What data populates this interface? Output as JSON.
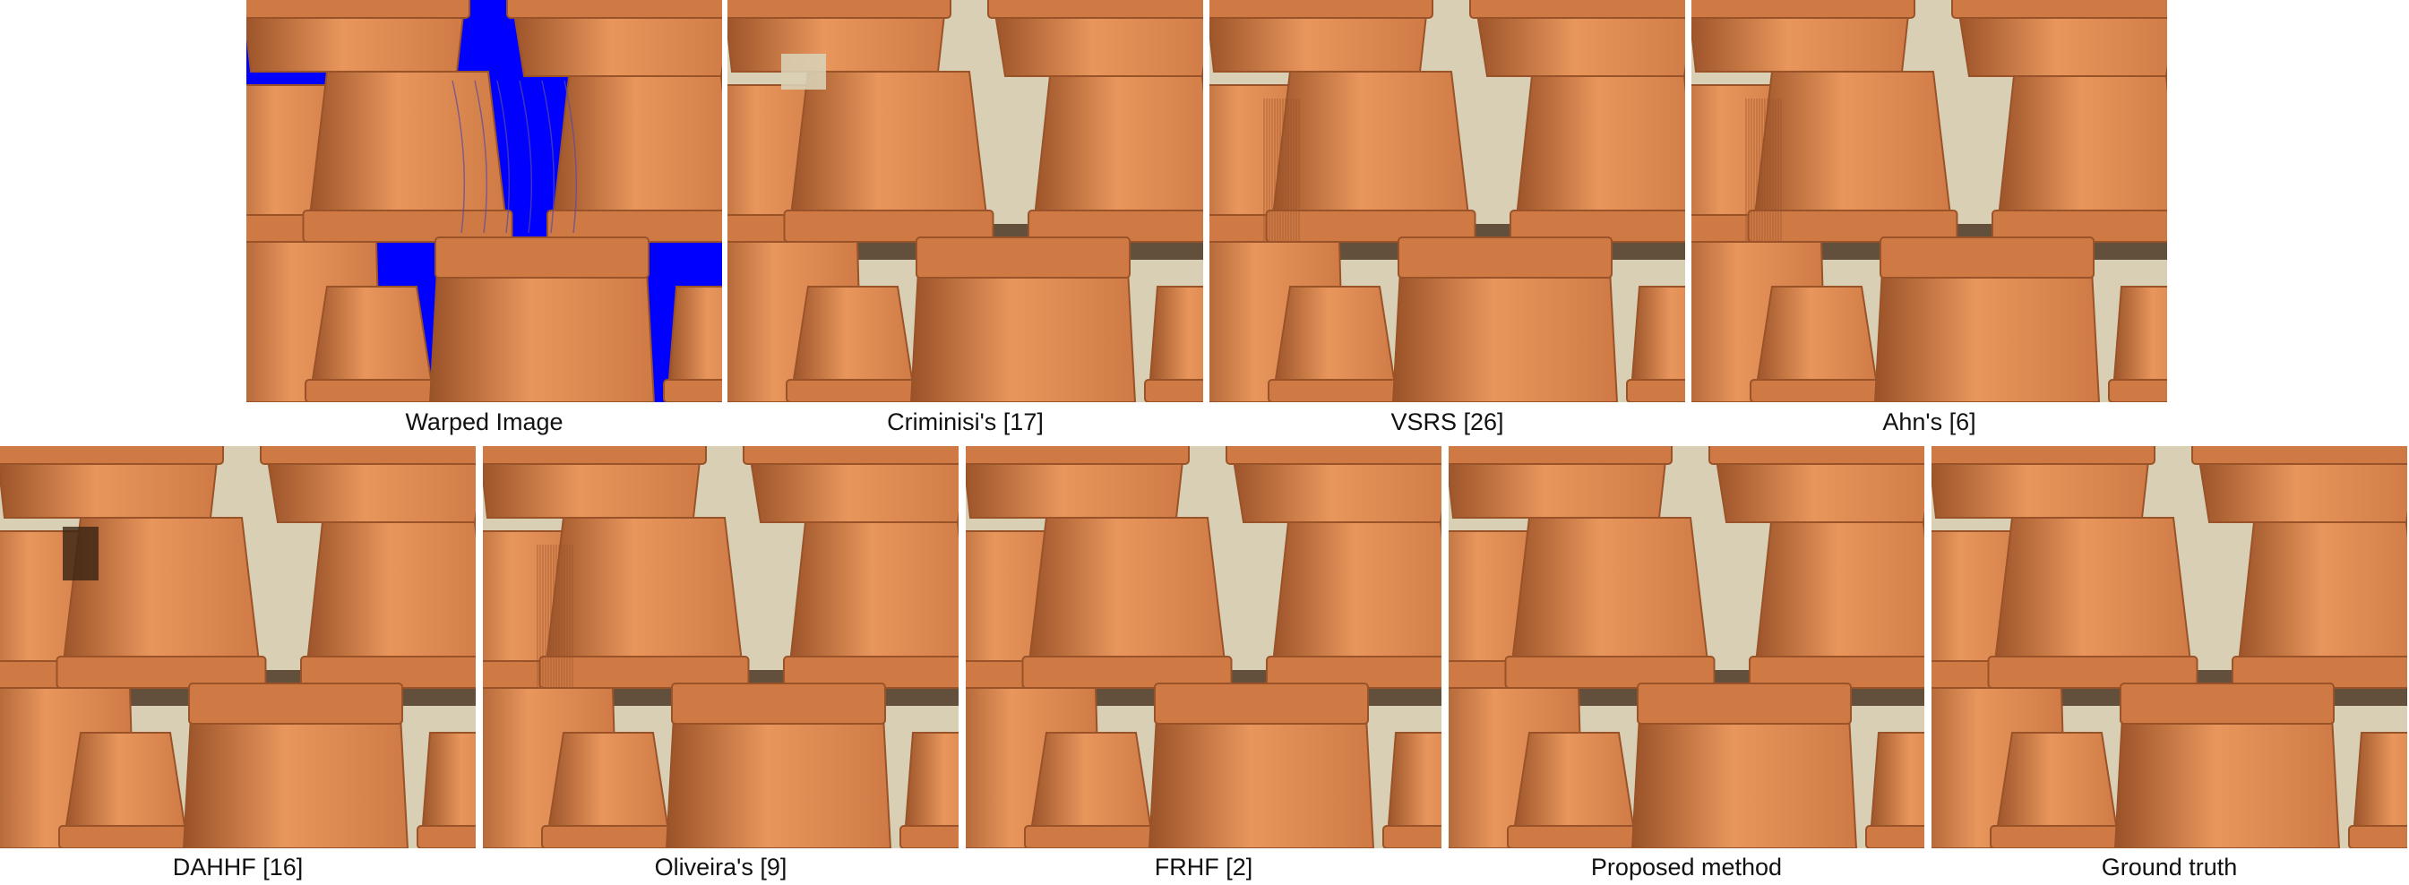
{
  "figure": {
    "top_row": [
      {
        "id": "warped",
        "caption": "Warped Image",
        "variant": "warped"
      },
      {
        "id": "criminisi",
        "caption": "Criminisi's [17]",
        "variant": "criminisi"
      },
      {
        "id": "vsrs",
        "caption": "VSRS [26]",
        "variant": "vsrs"
      },
      {
        "id": "ahn",
        "caption": "Ahn's [6]",
        "variant": "ahn"
      }
    ],
    "bottom_row": [
      {
        "id": "dahhf",
        "caption": "DAHHF [16]",
        "variant": "dahhf"
      },
      {
        "id": "oliveira",
        "caption": "Oliveira's [9]",
        "variant": "oliveira"
      },
      {
        "id": "frhf",
        "caption": "FRHF [2]",
        "variant": "frhf"
      },
      {
        "id": "proposed",
        "caption": "Proposed method",
        "variant": "proposed"
      },
      {
        "id": "ground-truth",
        "caption": "Ground truth",
        "variant": "truth"
      }
    ]
  },
  "colors": {
    "hole_fill": "#0000ff",
    "pot_light": "#e8965c",
    "pot_mid": "#cf7a45",
    "pot_dark": "#9a5228",
    "background_wall": "#d9cfb4",
    "shadow": "#3a2414"
  }
}
